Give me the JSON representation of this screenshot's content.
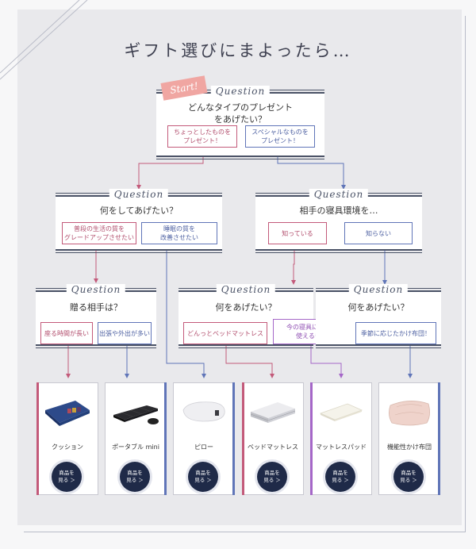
{
  "title": "ギフト選びにまよったら…",
  "start_label": "Start!",
  "question_label": "Question",
  "q1": {
    "text_line1": "どんなタイプのプレゼント",
    "text_line2": "をあげたい？",
    "opt_a_line1": "ちょっとしたものを",
    "opt_a_line2": "プレゼント！",
    "opt_b_line1": "スペシャルなものを",
    "opt_b_line2": "プレゼント！"
  },
  "q2": {
    "text": "何をしてあげたい？",
    "opt_a_line1": "普段の生活の質を",
    "opt_a_line2": "グレードアップさせたい",
    "opt_b_line1": "睡眠の質を",
    "opt_b_line2": "改善させたい"
  },
  "q3": {
    "text": "相手の寝具環境を…",
    "opt_a": "知っている",
    "opt_b": "知らない"
  },
  "q4": {
    "text": "贈る相手は？",
    "opt_a": "座る時間が長い",
    "opt_b": "出張や外出が多い"
  },
  "q5": {
    "text": "何をあげたい？",
    "opt_a": "どんっとベッドマットレス",
    "opt_b_line1": "今の寝具に重ねて",
    "opt_b_line2": "使えるもの"
  },
  "q6": {
    "text": "何をあげたい？",
    "opt_a": "季節に応じたかけ布団！"
  },
  "products": [
    {
      "name": "クッション"
    },
    {
      "name": "ポータブル mini"
    },
    {
      "name": "ピロー"
    },
    {
      "name": "ベッドマットレス"
    },
    {
      "name": "マットレスパッド"
    },
    {
      "name": "機能性かけ布団"
    }
  ],
  "product_button_line1": "商品を",
  "product_button_line2": "見る ＞",
  "colors": {
    "pink": "#c35a7a",
    "blue": "#6075b8",
    "purple": "#a567c8",
    "navy": "#1f2a48"
  }
}
